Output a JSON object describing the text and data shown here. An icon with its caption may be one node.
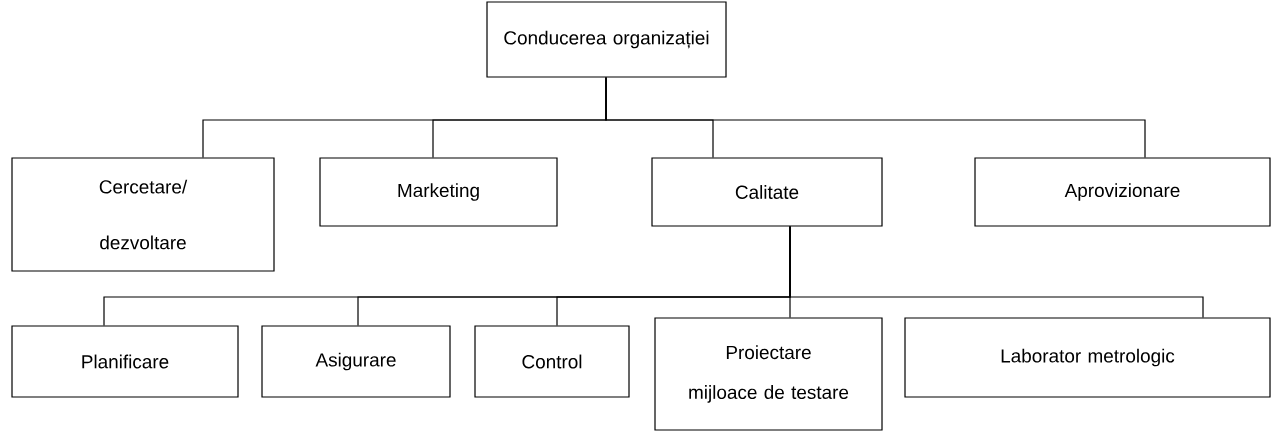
{
  "diagram": {
    "nodes": [
      {
        "text": [
          "Conducerea organizației"
        ]
      },
      {
        "text": [
          "Cercetare/ dezvoltare"
        ]
      },
      {
        "text": [
          "Marketing"
        ]
      },
      {
        "text": [
          "Calitate"
        ]
      },
      {
        "text": [
          "Aprovizionare"
        ]
      },
      {
        "text": [
          "Planificare"
        ]
      },
      {
        "text": [
          "Asigurare"
        ]
      },
      {
        "text": [
          "Control"
        ]
      },
      {
        "text": [
          "Proiectare mijloace de testare"
        ]
      },
      {
        "text": [
          "Laborator metrologic"
        ]
      }
    ],
    "edges": [
      {
        "from": 0,
        "to": 1,
        "arrow": "none"
      },
      {
        "from": 0,
        "to": 2,
        "arrow": "none"
      },
      {
        "from": 0,
        "to": 3,
        "arrow": "none"
      },
      {
        "from": 0,
        "to": 4,
        "arrow": "none"
      },
      {
        "from": 3,
        "to": 5,
        "arrow": "none"
      },
      {
        "from": 3,
        "to": 6,
        "arrow": "none"
      },
      {
        "from": 3,
        "to": 7,
        "arrow": "none"
      },
      {
        "from": 3,
        "to": 8,
        "arrow": "none"
      },
      {
        "from": 3,
        "to": 9,
        "arrow": "none"
      }
    ]
  }
}
